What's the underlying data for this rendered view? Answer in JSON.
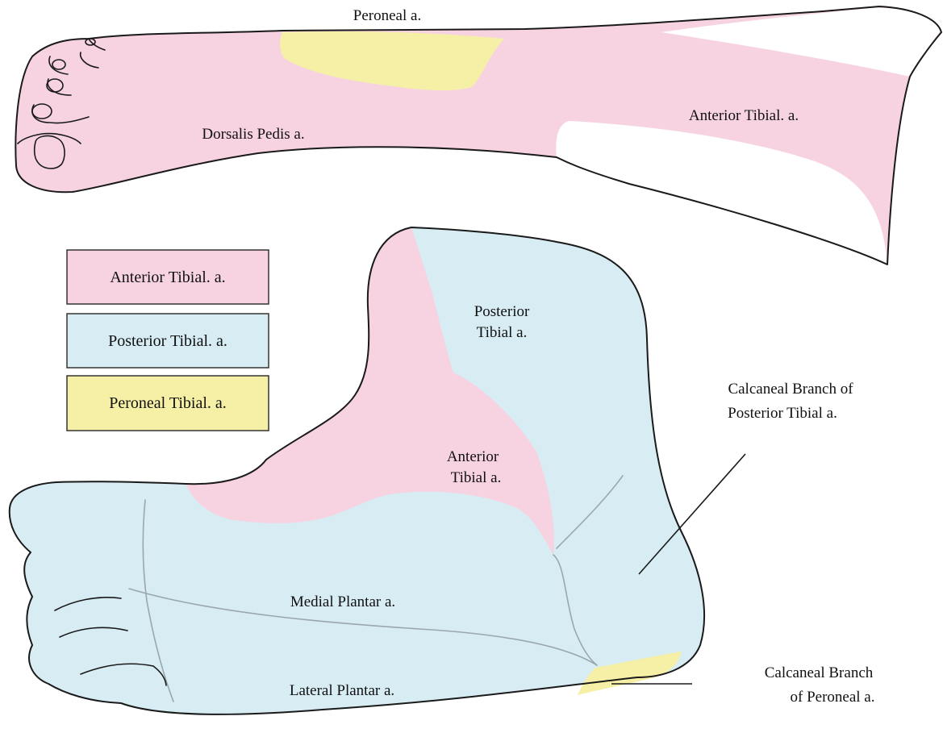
{
  "colors": {
    "anterior_tibial": "#f7d3e2",
    "posterior_tibial": "#d7ecf3",
    "peroneal": "#f6efa6",
    "outline": "#1a1a1a"
  },
  "legend": {
    "items": [
      {
        "label": "Anterior Tibial. a.",
        "color": "#f7d3e2"
      },
      {
        "label": "Posterior Tibial. a.",
        "color": "#d7ecf3"
      },
      {
        "label": "Peroneal Tibial. a.",
        "color": "#f6efa6"
      }
    ]
  },
  "dorsal_view": {
    "peroneal_label": "Peroneal a.",
    "dorsalis_pedis_label": "Dorsalis Pedis a.",
    "anterior_tibial_label": "Anterior Tibial. a."
  },
  "plantar_view": {
    "posterior_tibial_label": [
      "Posterior",
      "Tibial a."
    ],
    "anterior_tibial_label": [
      "Anterior",
      "Tibial a."
    ],
    "medial_plantar_label": "Medial Plantar a.",
    "lateral_plantar_label": "Lateral Plantar a.",
    "calcaneal_posterior_label": [
      "Calcaneal Branch of",
      "Posterior Tibial a."
    ],
    "calcaneal_peroneal_label": [
      "Calcaneal Branch",
      "of Peroneal a."
    ]
  }
}
